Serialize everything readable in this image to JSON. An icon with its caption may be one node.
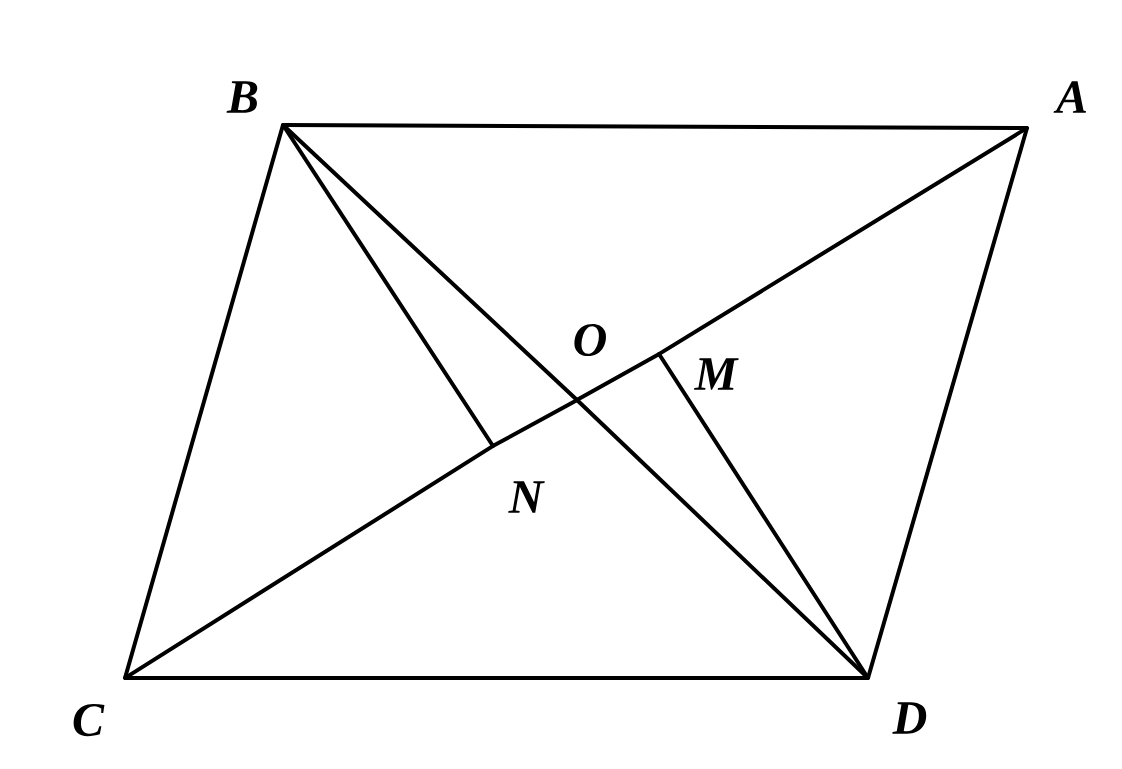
{
  "diagram": {
    "nodes": [
      {
        "text": [
          "B"
        ]
      },
      {
        "text": [
          "A"
        ]
      },
      {
        "text": [
          "C"
        ]
      },
      {
        "text": [
          "D"
        ]
      },
      {
        "text": [
          "O"
        ]
      },
      {
        "text": [
          "M"
        ]
      },
      {
        "text": [
          "N"
        ]
      }
    ],
    "edges": [
      {
        "from": 0,
        "to": 1,
        "arrow": "none"
      },
      {
        "from": 1,
        "to": 3,
        "arrow": "none"
      },
      {
        "from": 3,
        "to": 2,
        "arrow": "none"
      },
      {
        "from": 2,
        "to": 0,
        "arrow": "none"
      },
      {
        "from": 0,
        "to": 4,
        "arrow": "none"
      },
      {
        "from": 4,
        "to": 3,
        "arrow": "none"
      },
      {
        "from": 2,
        "to": 6,
        "arrow": "none"
      },
      {
        "from": 6,
        "to": 4,
        "arrow": "none"
      },
      {
        "from": 4,
        "to": 5,
        "arrow": "none"
      },
      {
        "from": 5,
        "to": 1,
        "arrow": "none"
      },
      {
        "from": 0,
        "to": 6,
        "arrow": "none"
      },
      {
        "from": 3,
        "to": 5,
        "arrow": "none"
      }
    ]
  }
}
